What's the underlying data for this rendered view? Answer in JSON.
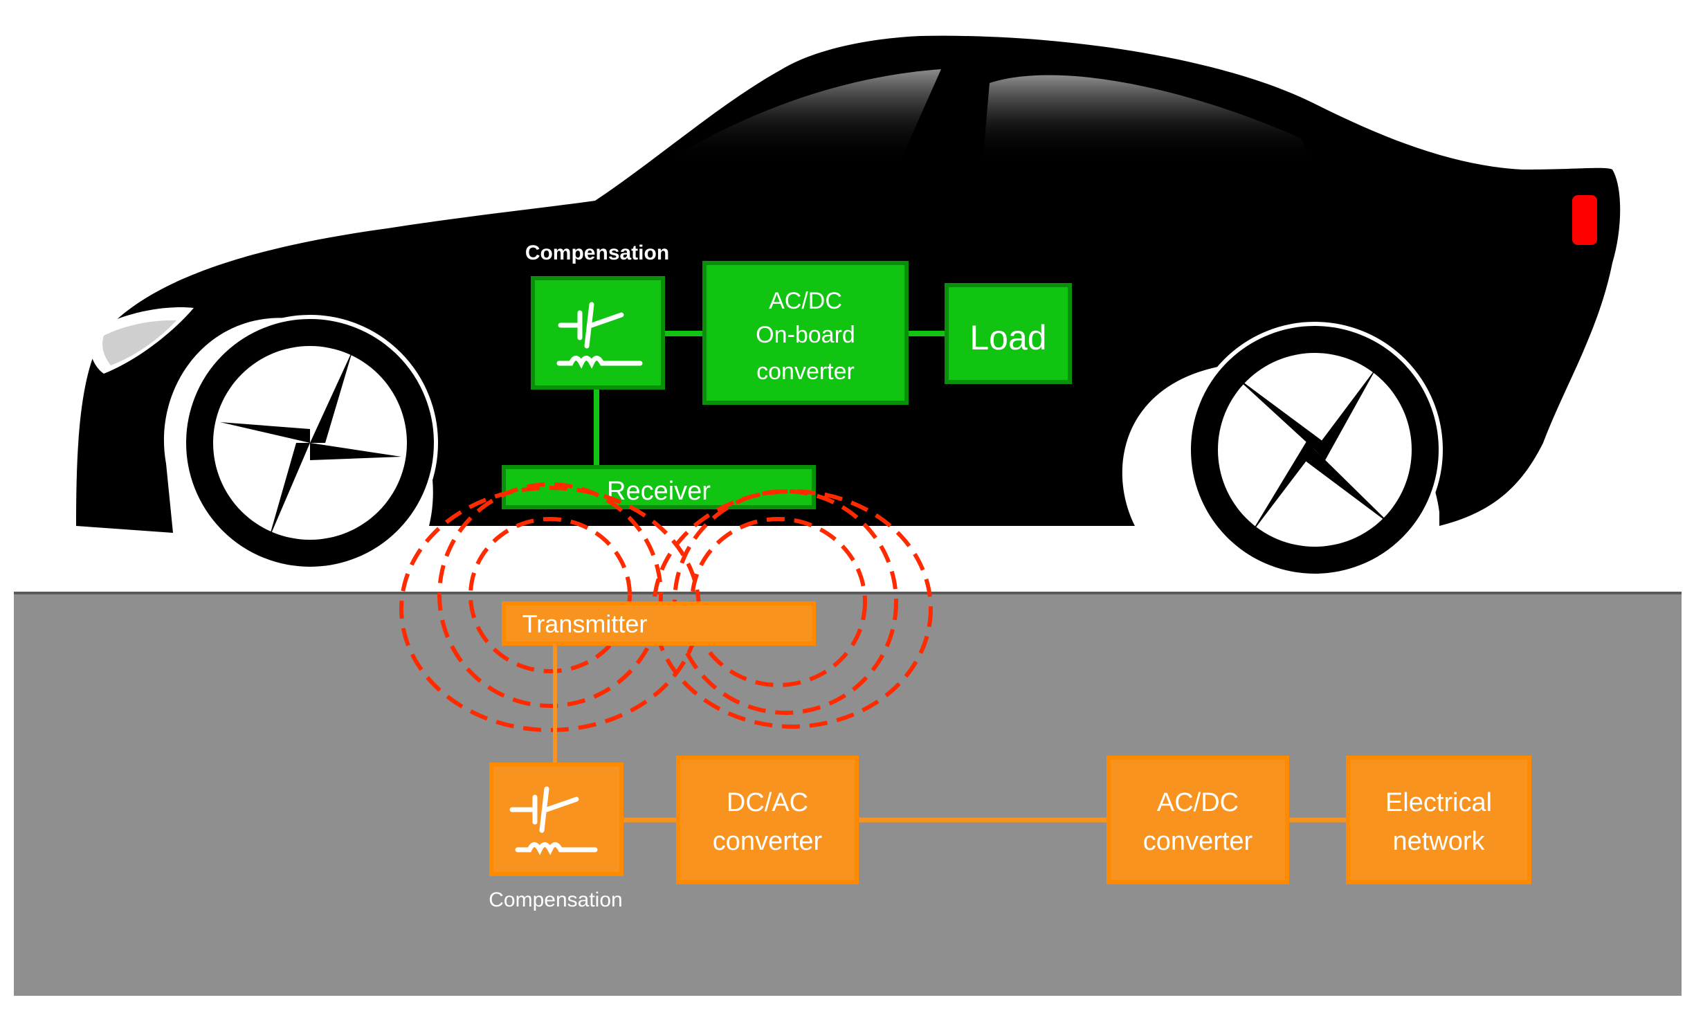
{
  "vehicle": {
    "compensation_label": "Compensation",
    "converter_label": [
      "AC/DC",
      "On-board",
      "converter"
    ],
    "load_label": "Load",
    "receiver_label": "Receiver"
  },
  "ground": {
    "transmitter_label": "Transmitter",
    "compensation_label": "Compensation",
    "dcac_label": [
      "DC/AC",
      "converter"
    ],
    "acdc_label": [
      "AC/DC",
      "converter"
    ],
    "network_label": [
      "Electrical",
      "network"
    ]
  },
  "colors": {
    "vehicle_green": "#12c412",
    "vehicle_green_border": "#0a8f0a",
    "ground_orange": "#f7931e",
    "ground_orange_border": "#ff8a00",
    "field_red": "#ff2a00",
    "ground_gray": "#8f8f8f",
    "car_body": "#000000",
    "tail_light": "#ff0000"
  }
}
